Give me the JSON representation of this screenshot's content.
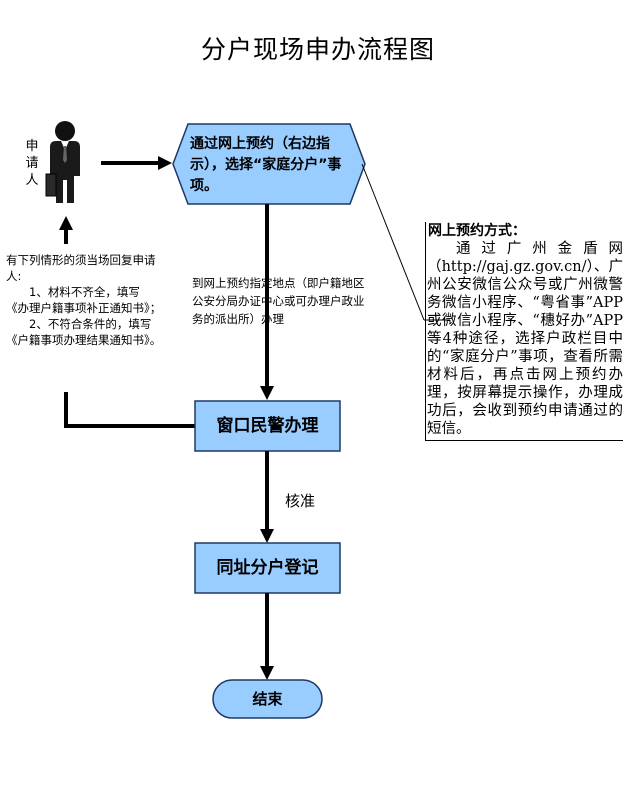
{
  "title": "分户现场申办流程图",
  "applicant": {
    "label": "申请人"
  },
  "online_booking_step": "通过网上预约（右边指示），选择“家庭分户”事项。",
  "go_to_site_note": "到网上预约指定地点（即户籍地区公安分局办证中心或可办理户政业务的派出所）办理",
  "return_note": {
    "intro": "有下列情形的须当场回复申请人:",
    "item1": "1、材料不齐全，填写《办理户籍事项补正通知书》；",
    "item2": "2、不符合条件的，填写《户籍事项办理结果通知书》。"
  },
  "window_step": "窗口民警办理",
  "approve_label": "核准",
  "register_step": "同址分户登记",
  "end_step": "结束",
  "booking_methods": {
    "title": "网上预约方式：",
    "body": "通过广州金盾网（http://gaj.gz.gov.cn/）、广州公安微信公众号或广州微警务微信小程序、“粤省事”APP或微信小程序、“穗好办”APP等4种途径，选择户政栏目中的“家庭分户”事项，查看所需材料后，再点击网上预约办理，按屏幕提示操作，办理成功后，会收到预约申请通过的短信。"
  },
  "colors": {
    "box_fill": "#99ccff",
    "box_stroke": "#1f3864",
    "line": "#000000"
  }
}
